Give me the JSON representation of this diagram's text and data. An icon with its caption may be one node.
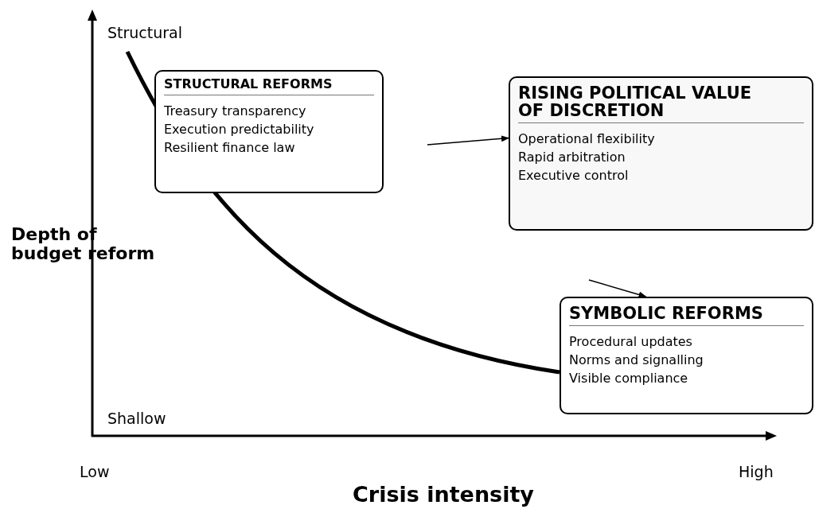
{
  "diagram": {
    "nodes": [
      {
        "text": [
          "STRUCTURAL REFORMS",
          "Treasury transparency",
          "Execution predictability",
          "Resilient finance law"
        ]
      },
      {
        "text": [
          "RISING POLITICAL VALUE OF DISCRETION",
          "Operational flexibility",
          "Rapid arbitration",
          "Executive control"
        ]
      },
      {
        "text": [
          "SYMBOLIC REFORMS",
          "Procedural updates",
          "Norms and signalling",
          "Visible compliance"
        ]
      }
    ],
    "edges": [
      {
        "from": null,
        "to": 1,
        "arrow": "to"
      },
      {
        "from": null,
        "to": 2,
        "arrow": "to"
      }
    ],
    "labels": [
      "Structural",
      "Depth of budget reform",
      "Shallow",
      "Low",
      "High",
      "Crisis intensity"
    ]
  }
}
